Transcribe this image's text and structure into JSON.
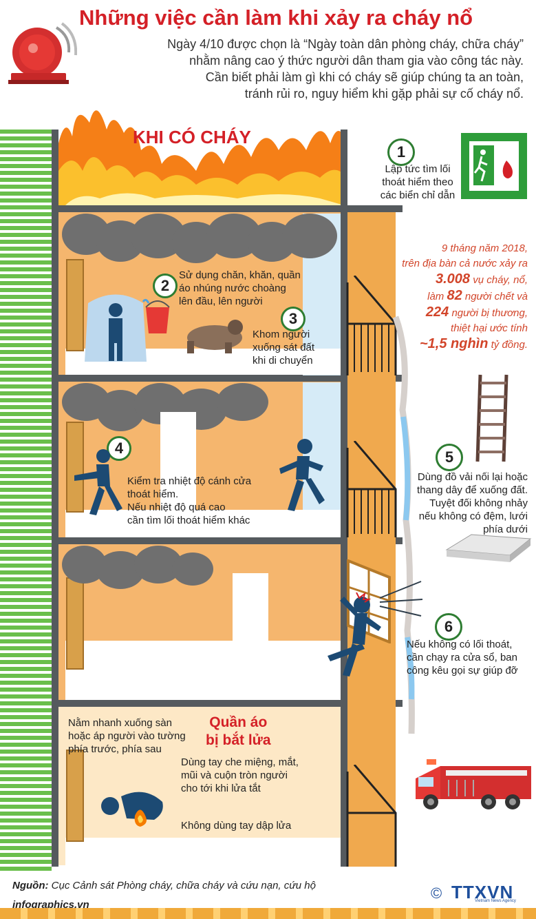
{
  "title": "Những việc cần làm khi xảy ra cháy nổ",
  "intro": {
    "line1": "Ngày 4/10 được chọn là “Ngày toàn dân phòng cháy, chữa cháy”",
    "line2": "nhằm nâng cao ý thức người dân tham gia vào công tác này.",
    "line3": "Cần biết phải làm gì khi có cháy sẽ giúp chúng ta an toàn,",
    "line4": "tránh rủi ro, nguy hiểm khi gặp phải sự cố cháy nổ."
  },
  "khi_co_chay": "KHI CÓ CHÁY",
  "steps": [
    {
      "num": "1",
      "lines": [
        "Lập tức tìm lối",
        "thoát hiểm theo",
        "các biển chỉ dẫn"
      ]
    },
    {
      "num": "2",
      "lines": [
        "Sử dụng chăn, khăn, quần",
        "áo nhúng nước choàng",
        "lên đầu, lên người"
      ]
    },
    {
      "num": "3",
      "lines": [
        "Khom người",
        "xuống sát đất",
        "khi di chuyển"
      ]
    },
    {
      "num": "4",
      "lines": [
        "Kiểm tra nhiệt độ cánh cửa",
        "thoát hiểm.",
        "Nếu nhiệt độ quá cao",
        "cần tìm lối thoát hiểm khác"
      ]
    },
    {
      "num": "5",
      "lines": [
        "Dùng đồ vải nối lại hoặc",
        "thang dây để xuống đất.",
        "Tuyệt đối không nhảy",
        "nếu không có đệm, lưới",
        "phía dưới"
      ]
    },
    {
      "num": "6",
      "lines": [
        "Nếu không có lối thoát,",
        "cần chạy ra cửa sổ, ban",
        "công kêu gọi sự giúp đỡ"
      ]
    }
  ],
  "stats": {
    "l1": "9 tháng năm 2018,",
    "l2": "trên địa bàn cả nước xảy ra",
    "fires": "3.008",
    "fires_unit": " vụ cháy, nổ,",
    "dead_pre": "làm ",
    "dead": "82",
    "dead_unit": " người chết và",
    "injured": "224",
    "injured_unit": " người bị thương,",
    "l6": "thiệt hại ước tính",
    "damage": "~1,5 nghìn",
    "damage_unit": " tỷ đồng."
  },
  "clothes_fire": {
    "title1": "Quần áo",
    "title2": "bị bắt lửa",
    "left": [
      "Nằm nhanh xuống sàn",
      "hoặc áp người vào tường",
      "phía trước, phía sau"
    ],
    "right": [
      "Dùng tay che miệng, mắt,",
      "mũi và cuộn tròn người",
      "cho tới khi lửa tắt"
    ],
    "bottom": "Không dùng tay dập lửa"
  },
  "source_label": "Nguồn:",
  "source_text": "Cục Cảnh sát Phòng cháy, chữa cháy và cứu nạn, cứu hộ",
  "site": "infographics.vn",
  "copyright": "©",
  "logo": "TTXVN",
  "logo_sub": "Vietnam News Agency",
  "colors": {
    "accent_red": "#d42027",
    "building": "#f5b66e",
    "stripe_green": "#6abf4b",
    "exit_green": "#2e9d3a"
  },
  "icons": [
    "fire-alarm-icon",
    "exit-sign-icon",
    "ladder-icon",
    "mattress-icon",
    "fire-truck-icon"
  ]
}
